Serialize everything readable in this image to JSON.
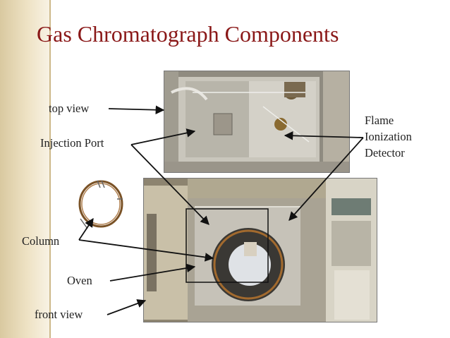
{
  "slide": {
    "title": "Gas Chromatograph Components",
    "accent_color": "#8a1818",
    "bar_color": "#e9dcb8"
  },
  "labels": {
    "top_view": "top view",
    "injection_port": "Injection Port",
    "fid_line1": "Flame",
    "fid_line2": "Ionization",
    "fid_line3": "Detector",
    "column": "Column",
    "oven": "Oven",
    "front_view": "front view"
  },
  "photos": {
    "top": "top-view-photo",
    "front": "front-view-photo",
    "column": "column-ring-photo"
  }
}
